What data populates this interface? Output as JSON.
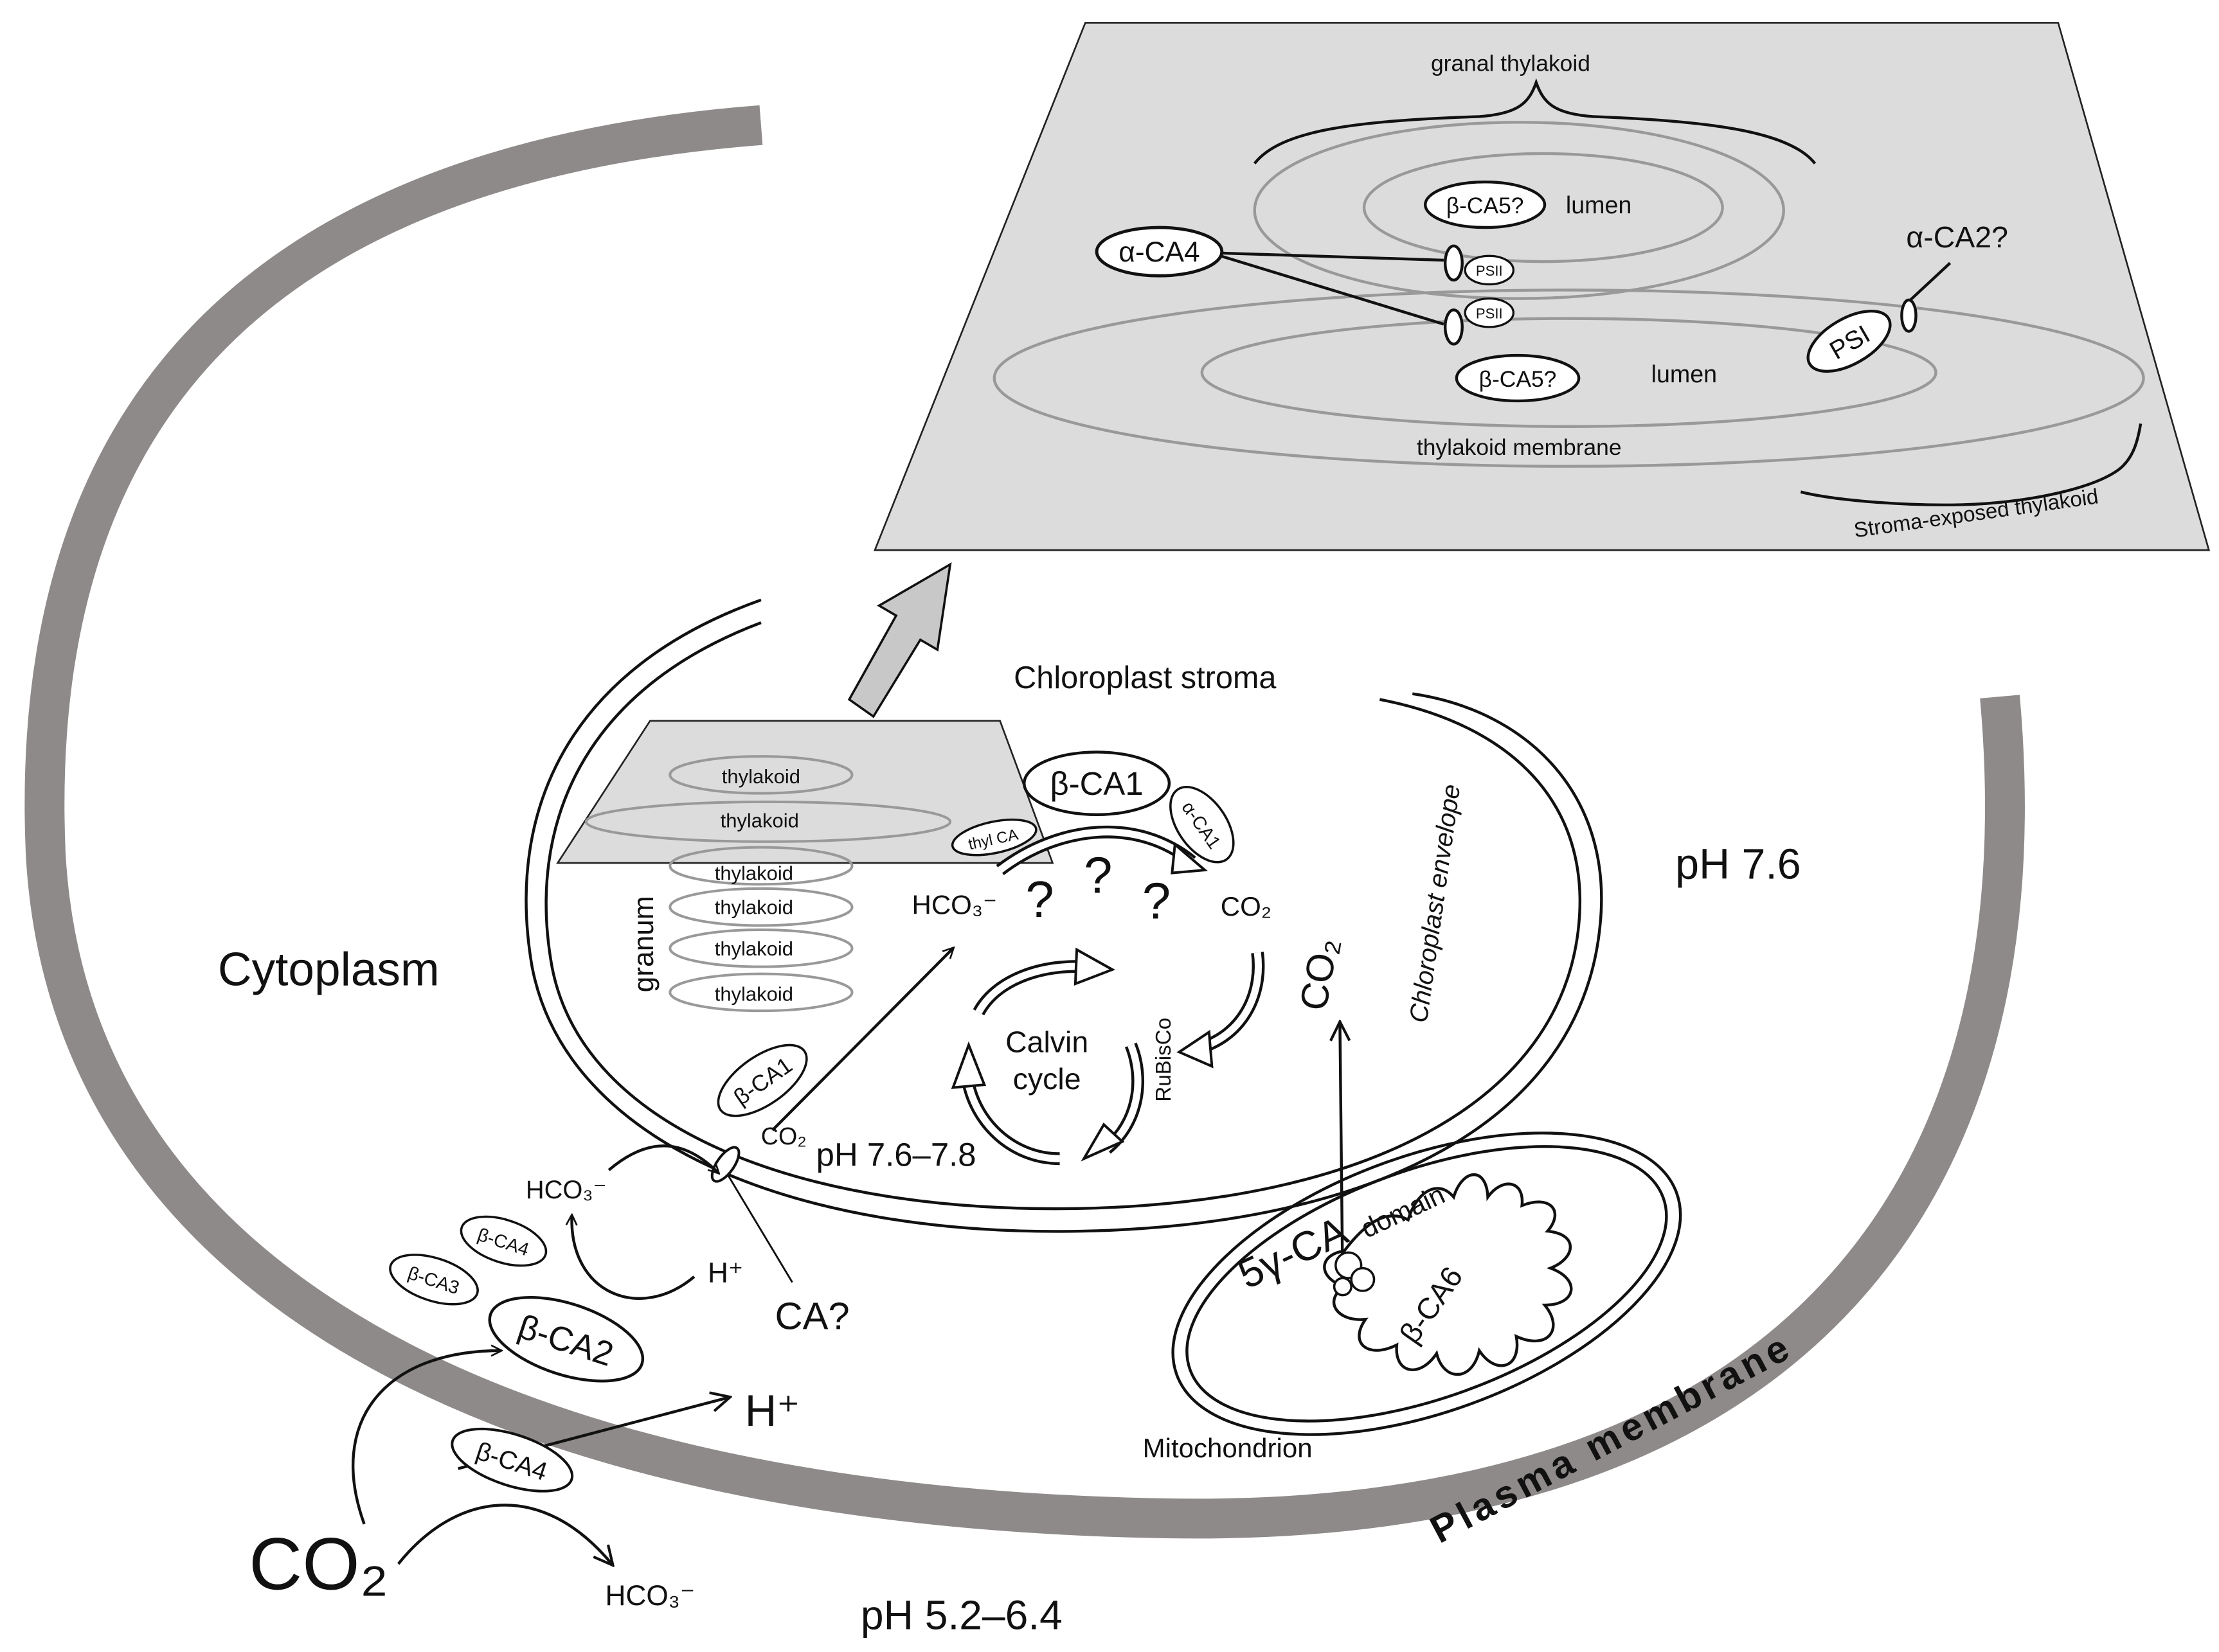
{
  "colors": {
    "membrane": "#8f8a8a",
    "panel": "#dcdcdc",
    "line": "#111111",
    "thylakoid_outline": "#999999",
    "arrow_fill": "#c8c8c8"
  },
  "inset": {
    "granal_label": "granal thylakoid",
    "lumen_top": "lumen",
    "lumen_bottom": "lumen",
    "beta_ca5_top": "β-CA5?",
    "beta_ca5_bottom": "β-CA5?",
    "alpha_ca4": "α-CA4",
    "psii_a": "PSII",
    "psii_b": "PSII",
    "psi": "PSI",
    "alpha_ca2": "α-CA2?",
    "membrane_label": "thylakoid membrane",
    "stroma_exposed": "Stroma-exposed thylakoid"
  },
  "chloroplast": {
    "stroma": "Chloroplast stroma",
    "envelope": "Chloroplast envelope",
    "granum": "granum",
    "thylakoids": [
      "thylakoid",
      "thylakoid",
      "thylakoid",
      "thylakoid",
      "thylakoid",
      "thylakoid"
    ],
    "thyl_ca": "thyl CA",
    "beta_ca1": "β-CA1",
    "alpha_ca1": "α-CA1",
    "question_marks": [
      "?",
      "?",
      "?"
    ],
    "hco3": "HCO₃⁻",
    "co2": "CO₂",
    "calvin_line1": "Calvin",
    "calvin_line2": "cycle",
    "rubisco": "RuBisCo",
    "ph_stroma": "pH 7.6–7.8",
    "beta_ca1_envelope": "β-CA1",
    "co2_envelope": "CO₂"
  },
  "cytoplasm": {
    "label": "Cytoplasm",
    "ph": "pH 7.6",
    "hco3": "HCO₃⁻",
    "h_plus": "H⁺",
    "ca_question": "CA?",
    "beta_ca4_small": "β-CA4",
    "beta_ca3": "β-CA3",
    "beta_ca2": "β-CA2"
  },
  "extracellular": {
    "beta_ca4": "β-CA4",
    "h_plus": "H⁺",
    "co2": "CO₂",
    "hco3": "HCO₃⁻",
    "ph": "pH 5.2–6.4",
    "plasma_membrane": "Plasma membrane"
  },
  "mitochondrion": {
    "label": "Mitochondrion",
    "gamma_ca": "5γ-CA",
    "domain": "domain",
    "beta_ca6": "β-CA6",
    "co2": "CO₂"
  }
}
